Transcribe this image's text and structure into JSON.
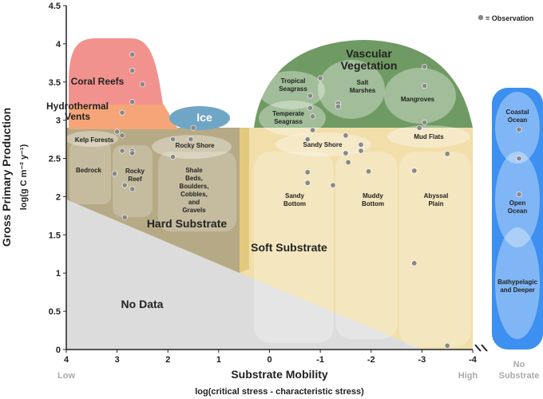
{
  "chart_data": {
    "type": "scatter",
    "ylabel": "Gross Primary Production",
    "ylabel_units": "log(g C m⁻² y⁻¹)",
    "xlabel": "Substrate Mobility",
    "xlabel_sub": "log(critical stress - characteristic stress)",
    "x_low_label": "Low",
    "x_high_label": "High",
    "no_substrate_label": [
      "No",
      "Substrate"
    ],
    "xlim": [
      4,
      -4
    ],
    "ylim": [
      0,
      4.5
    ],
    "x_ticks": [
      {
        "v": 4,
        "label": "4"
      },
      {
        "v": 3,
        "label": "3"
      },
      {
        "v": 2,
        "label": "2"
      },
      {
        "v": 1,
        "label": "1"
      },
      {
        "v": 0,
        "label": "0"
      },
      {
        "v": -1,
        "label": "-1"
      },
      {
        "v": -2,
        "label": "-2"
      },
      {
        "v": -3,
        "label": "-3"
      },
      {
        "v": -4,
        "label": "-4"
      }
    ],
    "y_ticks": [
      {
        "v": 0,
        "label": "0"
      },
      {
        "v": 0.5,
        "label": "0.5"
      },
      {
        "v": 1,
        "label": "1"
      },
      {
        "v": 1.5,
        "label": "1.5"
      },
      {
        "v": 2,
        "label": "2"
      },
      {
        "v": 2.5,
        "label": "2.5"
      },
      {
        "v": 3,
        "label": "3"
      },
      {
        "v": 3.5,
        "label": "3.5"
      },
      {
        "v": 4,
        "label": "4"
      },
      {
        "v": 4.5,
        "label": "4.5"
      }
    ],
    "legend": {
      "label": "= Observation",
      "position": "top-right"
    },
    "big_labels": {
      "coral_reefs": "Coral Reefs",
      "hydrothermal": [
        "Hydrothermal",
        "Vents"
      ],
      "ice": "Ice",
      "vascular": [
        "Vascular",
        "Vegetation"
      ],
      "hard_substrate": "Hard Substrate",
      "soft_substrate": "Soft Substrate",
      "no_data": "No Data"
    },
    "habitat_labels": {
      "kelp_forests": "Kelp Forests",
      "bedrock": "Bedrock",
      "rocky_reef": [
        "Rocky",
        "Reef"
      ],
      "rocky_shore": "Rocky Shore",
      "shale": [
        "Shale",
        "Beds,",
        "Boulders,",
        "Cobbles,",
        "and",
        "Gravels"
      ],
      "tropical_seagrass": [
        "Tropical",
        "Seagrass"
      ],
      "temperate_seagrass": [
        "Temperate",
        "Seagrass"
      ],
      "salt_marshes": [
        "Salt",
        "Marshes"
      ],
      "mangroves": "Mangroves",
      "sandy_shore": "Sandy Shore",
      "mud_flats": "Mud Flats",
      "sandy_bottom": [
        "Sandy",
        "Bottom"
      ],
      "muddy_bottom": [
        "Muddy",
        "Bottom"
      ],
      "abyssal_plain": [
        "Abyssal",
        "Plain"
      ],
      "coastal_ocean": [
        "Coastal",
        "Ocean"
      ],
      "open_ocean": [
        "Open",
        "Ocean"
      ],
      "bathypelagic": [
        "Bathypelagic",
        "and Deeper"
      ]
    },
    "observations": [
      {
        "x": 2.7,
        "y": 3.86
      },
      {
        "x": 2.7,
        "y": 3.65
      },
      {
        "x": 2.5,
        "y": 3.47
      },
      {
        "x": 2.7,
        "y": 3.24
      },
      {
        "x": 2.9,
        "y": 3.1
      },
      {
        "x": 1.5,
        "y": 2.9
      },
      {
        "x": 3.0,
        "y": 2.85
      },
      {
        "x": 2.9,
        "y": 2.8
      },
      {
        "x": 2.9,
        "y": 2.6
      },
      {
        "x": 2.7,
        "y": 2.6
      },
      {
        "x": 2.7,
        "y": 2.57
      },
      {
        "x": 1.9,
        "y": 2.75
      },
      {
        "x": 1.55,
        "y": 2.75
      },
      {
        "x": 1.9,
        "y": 2.52
      },
      {
        "x": 3.05,
        "y": 2.3
      },
      {
        "x": 2.85,
        "y": 2.15
      },
      {
        "x": 2.7,
        "y": 2.1
      },
      {
        "x": 2.85,
        "y": 1.73
      },
      {
        "x": -1.0,
        "y": 3.55
      },
      {
        "x": -0.8,
        "y": 3.32
      },
      {
        "x": -0.8,
        "y": 3.16
      },
      {
        "x": -1.35,
        "y": 3.22
      },
      {
        "x": -1.35,
        "y": 3.18
      },
      {
        "x": -3.05,
        "y": 3.7
      },
      {
        "x": -3.05,
        "y": 3.45
      },
      {
        "x": -3.05,
        "y": 2.97
      },
      {
        "x": -2.95,
        "y": 2.9
      },
      {
        "x": -0.85,
        "y": 3.05
      },
      {
        "x": -0.85,
        "y": 2.87
      },
      {
        "x": -0.75,
        "y": 2.75
      },
      {
        "x": -1.5,
        "y": 2.8
      },
      {
        "x": -1.8,
        "y": 2.68
      },
      {
        "x": -1.8,
        "y": 2.6
      },
      {
        "x": -1.5,
        "y": 2.57
      },
      {
        "x": -1.55,
        "y": 2.45
      },
      {
        "x": -0.75,
        "y": 2.32
      },
      {
        "x": -0.75,
        "y": 2.18
      },
      {
        "x": -1.25,
        "y": 2.15
      },
      {
        "x": -1.95,
        "y": 2.33
      },
      {
        "x": -2.85,
        "y": 2.34
      },
      {
        "x": -3.5,
        "y": 2.56
      },
      {
        "x": -2.85,
        "y": 1.13
      },
      {
        "x": -3.5,
        "y": 0.05
      }
    ],
    "no_substrate_observations": [
      {
        "y": 2.88
      },
      {
        "y": 2.5
      },
      {
        "y": 2.03
      }
    ],
    "colors": {
      "coral": "#f2928f",
      "hydrothermal": "#f5a578",
      "ice": "#6fa6c6",
      "vascular": "#6f9a63",
      "hard": "#b5aa85",
      "soft": "#f1dea9",
      "nodata": "#dcdcdc",
      "ocean": "#3d8ff0",
      "point": "#888888"
    }
  }
}
